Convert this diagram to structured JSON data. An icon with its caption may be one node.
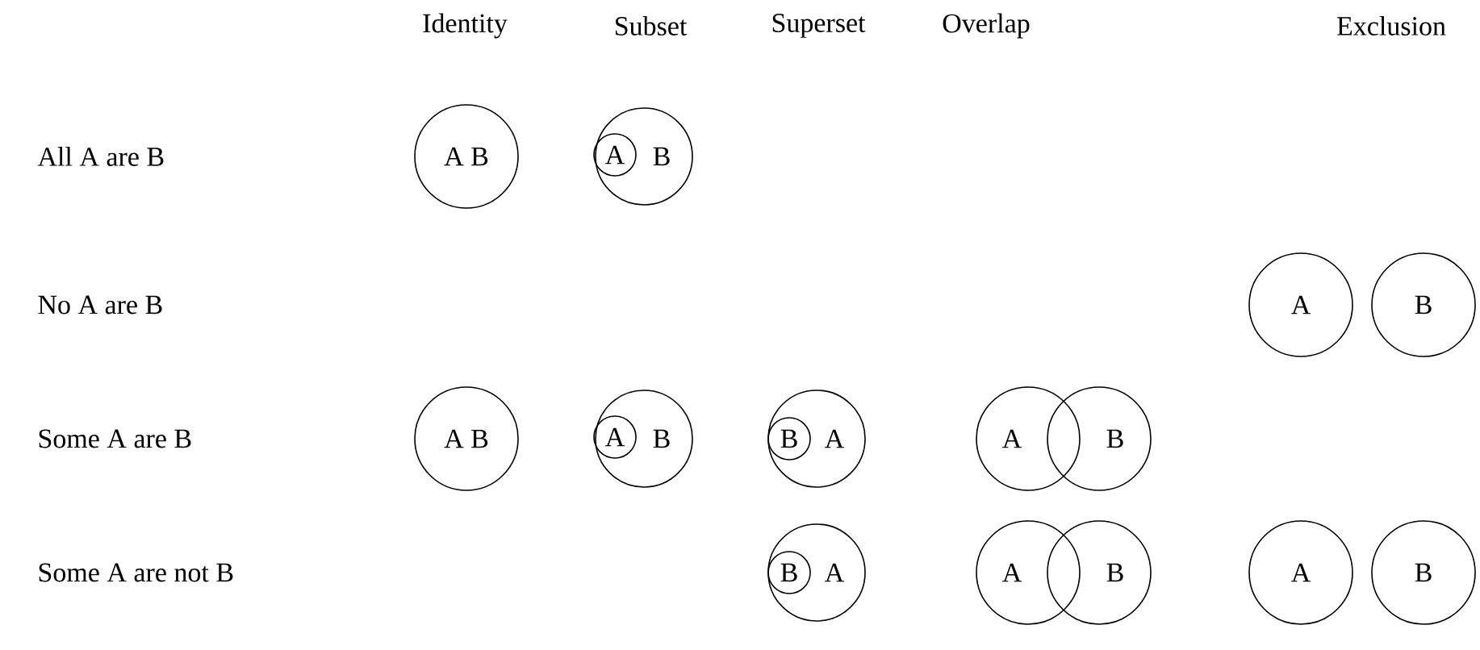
{
  "diagram": {
    "nodes": [
      {
        "text": [
          "A B"
        ]
      },
      {
        "text": [
          "B"
        ]
      },
      {
        "text": [
          "A"
        ],
        "in": 1
      },
      {
        "text": [
          "A"
        ]
      },
      {
        "text": [
          "B"
        ]
      },
      {
        "text": [
          "A B"
        ]
      },
      {
        "text": [
          "B"
        ]
      },
      {
        "text": [
          "A"
        ],
        "in": 6
      },
      {
        "text": [
          "A"
        ]
      },
      {
        "text": [
          "B"
        ],
        "in": 8
      },
      {
        "text": [
          "A"
        ]
      },
      {
        "text": [
          "B"
        ]
      },
      {
        "text": [
          "A"
        ]
      },
      {
        "text": [
          "B"
        ],
        "in": 12
      },
      {
        "text": [
          "A"
        ]
      },
      {
        "text": [
          "B"
        ]
      },
      {
        "text": [
          "A"
        ]
      },
      {
        "text": [
          "B"
        ]
      }
    ],
    "labels": [
      "Identity",
      "Subset",
      "Superset",
      "Overlap",
      "Exclusion",
      "All A are B",
      "No A are B",
      "Some A are B",
      "Some A are not B"
    ]
  }
}
